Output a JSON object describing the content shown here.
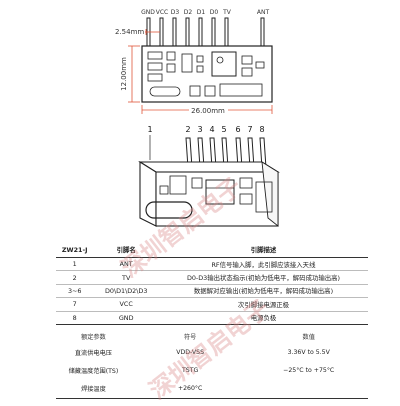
{
  "top_diagram": {
    "pin_labels": [
      "GND",
      "VCC",
      "D3",
      "D2",
      "D1",
      "D0",
      "TV"
    ],
    "ant_label": "ANT",
    "pitch_label": "2.54mm",
    "height_label": "12.00mm",
    "width_label": "26.00mm"
  },
  "side_diagram": {
    "pin_numbers": [
      "1",
      "2",
      "3",
      "4",
      "5",
      "6",
      "7",
      "8"
    ]
  },
  "pin_table": {
    "headers": [
      "ZW21-J",
      "引脚名",
      "引脚描述"
    ],
    "rows": [
      {
        "num": "1",
        "name": "ANT",
        "desc": "RF信号输入脚，此引脚应该接入天线"
      },
      {
        "num": "2",
        "name": "TV",
        "desc": "D0-D3输出状态指示(初始为低电平，解码成功输出高)"
      },
      {
        "num": "3~6",
        "name": "D0\\D1\\D2\\D3",
        "desc": "数据解对应输出(初始为低电平，解码成功输出高)"
      },
      {
        "num": "7",
        "name": "VCC",
        "desc": "次引脚接电源正极"
      },
      {
        "num": "8",
        "name": "GND",
        "desc": "电源负极"
      }
    ]
  },
  "param_table": {
    "headers": [
      "额定参数",
      "符号",
      "数值"
    ],
    "rows": [
      {
        "param": "直流供电电压",
        "symbol": "VDD-VSS",
        "value": "3.36V to 5.5V"
      },
      {
        "param": "储藏温度范围(TS)",
        "symbol": "TSTG",
        "value": "−25°C to +75°C"
      },
      {
        "param": "焊接温度",
        "symbol": "+260°C",
        "value": ""
      }
    ]
  },
  "watermark": {
    "text": "深圳智启电子"
  },
  "colors": {
    "dimension_line": "#e0563a",
    "board_fill": "#ffffff",
    "stroke": "#222222",
    "watermark": "#d68282"
  }
}
